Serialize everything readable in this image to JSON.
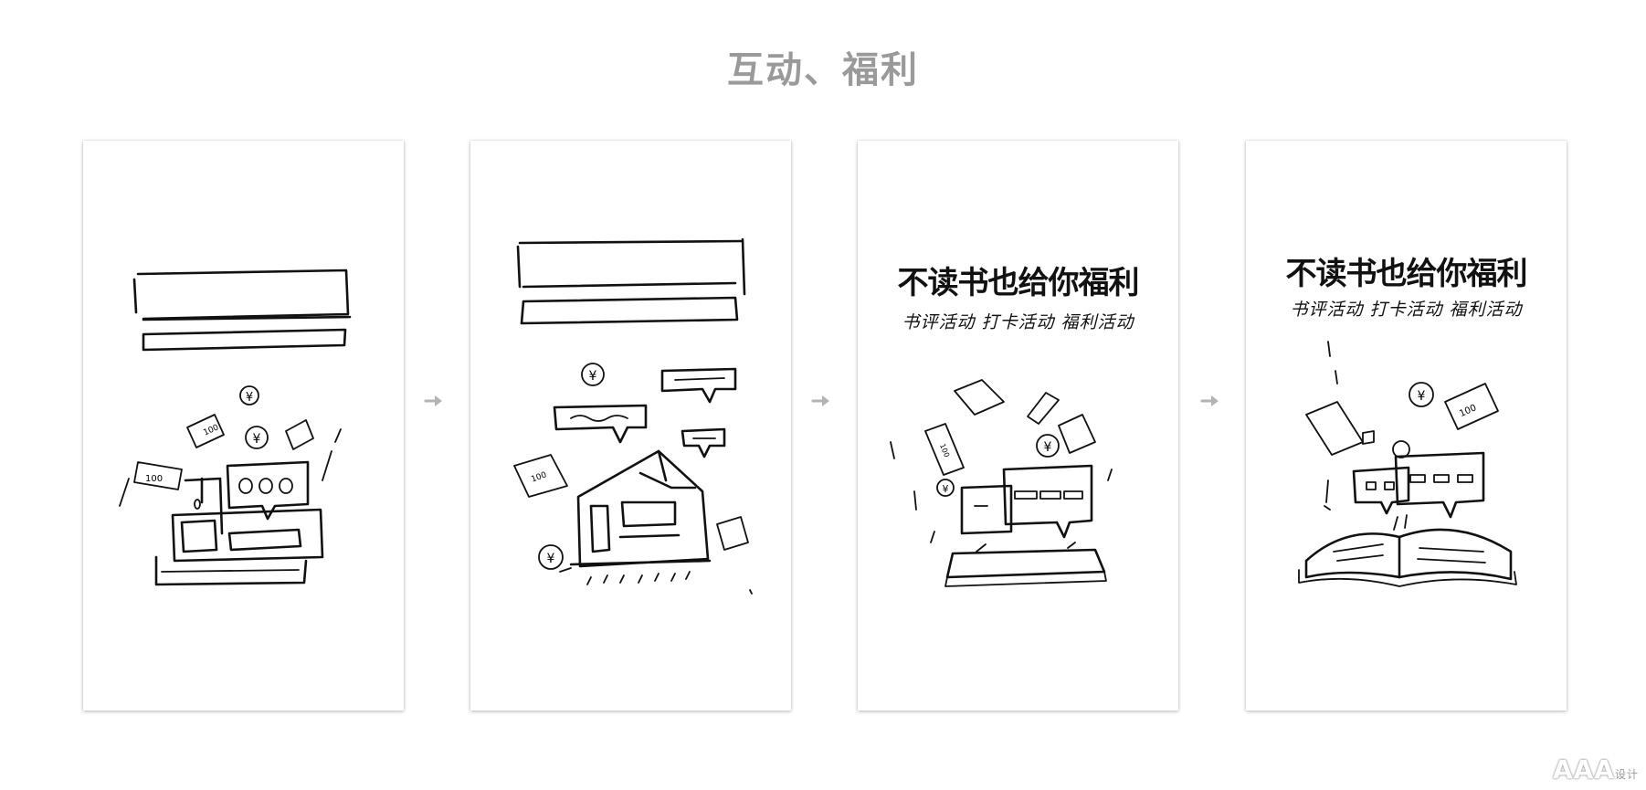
{
  "page": {
    "title": "互动、福利"
  },
  "cards": [
    {
      "heading": "",
      "subheading": ""
    },
    {
      "heading": "",
      "subheading": ""
    },
    {
      "heading": "不读书也给你福利",
      "subheading": "书评活动  打卡活动  福利活动"
    },
    {
      "heading": "不读书也给你福利",
      "subheading": "书评活动  打卡活动  福利活动"
    }
  ],
  "watermark": {
    "logo": "AAA",
    "tag": "设计"
  },
  "icons": [
    "arrow-right-icon",
    "coin-icon",
    "banknote-icon",
    "speech-bubble-icon",
    "open-book-icon",
    "laptop-icon",
    "screen-icon"
  ],
  "colors": {
    "title": "#9a9a9a",
    "arrow": "#b3b3b3",
    "ink": "#111111",
    "card_bg": "#ffffff"
  }
}
